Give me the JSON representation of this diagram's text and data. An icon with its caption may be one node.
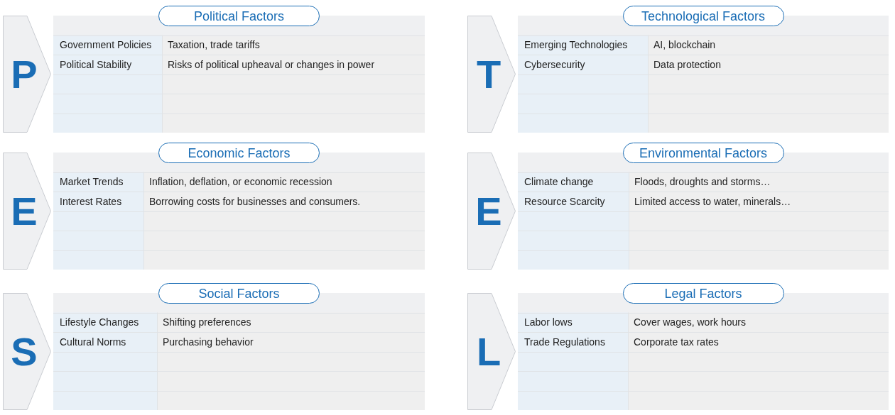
{
  "diagram": {
    "nodes": [
      {
        "text": [
          "P"
        ]
      },
      {
        "text": [
          "Political Factors"
        ]
      },
      {
        "text": [
          "T"
        ]
      },
      {
        "text": [
          "Technological Factors"
        ]
      },
      {
        "text": [
          "E"
        ]
      },
      {
        "text": [
          "Economic Factors"
        ]
      },
      {
        "text": [
          "E"
        ]
      },
      {
        "text": [
          "Environmental Factors"
        ]
      },
      {
        "text": [
          "S"
        ]
      },
      {
        "text": [
          "Social Factors"
        ]
      },
      {
        "text": [
          "L"
        ]
      },
      {
        "text": [
          "Legal Factors"
        ]
      }
    ],
    "edges": [],
    "labels": [
      "Government Policies",
      "Taxation, trade tariffs",
      "Political Stability",
      "Risks of political upheaval or changes in power",
      "Emerging Technologies",
      "AI, blockchain",
      "Cybersecurity",
      "Data protection",
      "Market Trends",
      "Inflation, deflation, or economic recession",
      "Interest Rates",
      "Borrowing costs for businesses and consumers.",
      "Climate change",
      "Floods, droughts and storms…",
      "Resource Scarcity",
      "Limited access to water, minerals…",
      "Lifestyle Changes",
      "Shifting preferences",
      "Cultural Norms",
      "Purchasing behavior",
      "Labor lows",
      "Cover wages, work hours",
      "Trade Regulations",
      "Corporate tax rates"
    ]
  }
}
